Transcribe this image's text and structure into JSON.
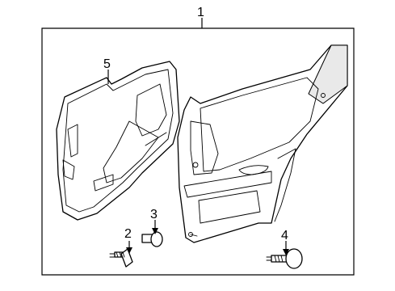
{
  "diagram": {
    "callouts": [
      {
        "id": "1",
        "label": "1"
      },
      {
        "id": "2",
        "label": "2"
      },
      {
        "id": "3",
        "label": "3"
      },
      {
        "id": "4",
        "label": "4"
      },
      {
        "id": "5",
        "label": "5"
      }
    ],
    "colors": {
      "line": "#000000",
      "background": "#ffffff",
      "shade": "#e9e9e9"
    }
  }
}
